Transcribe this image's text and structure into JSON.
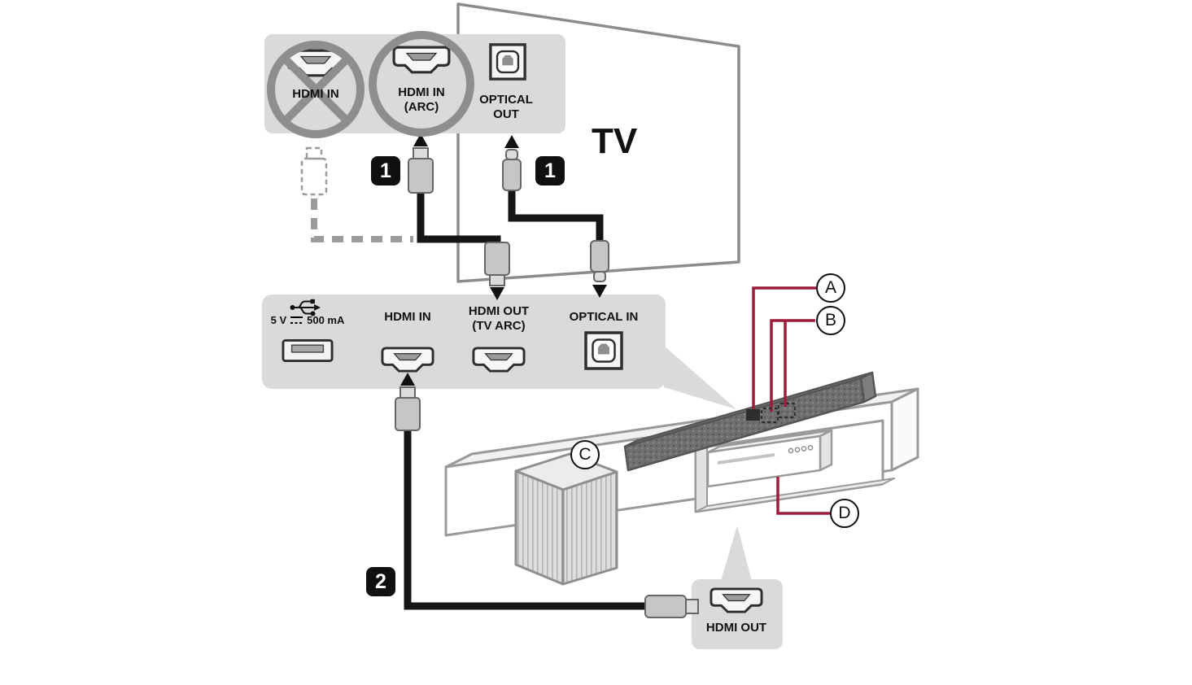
{
  "diagram": {
    "type": "connection-diagram",
    "description": "Connecting a soundbar to a TV using HDMI (ARC) or optical cable"
  },
  "colors": {
    "panel_background": "#DADADA",
    "cable_black": "#151515",
    "callout_red": "#9E1B3B",
    "prohibition_gray": "#8E8E8E",
    "illustration_gray": "#9A9A9A"
  },
  "tv": {
    "label": "TV",
    "ports": {
      "hdmi_in": {
        "label": "HDMI IN",
        "state": "do-not-connect"
      },
      "hdmi_in_arc": {
        "label_line1": "HDMI IN",
        "label_line2": "(ARC)",
        "state": "recommended"
      },
      "optical_out": {
        "label_line1": "OPTICAL",
        "label_line2": "OUT"
      }
    }
  },
  "steps": {
    "one": "1",
    "two": "2"
  },
  "soundbar_rear_panel": {
    "usb": {
      "rating_left": "5 V",
      "rating_right": "500 mA"
    },
    "hdmi_in": {
      "label": "HDMI IN"
    },
    "hdmi_out_tv_arc": {
      "label_line1": "HDMI OUT",
      "label_line2": "(TV ARC)"
    },
    "optical_in": {
      "label": "OPTICAL IN"
    }
  },
  "playback_device_panel": {
    "hdmi_out": {
      "label": "HDMI OUT"
    }
  },
  "callouts": {
    "a": "A",
    "b": "B",
    "c": "C",
    "d": "D"
  },
  "icons": {
    "hdmi_port": "hdmi-connector-outline",
    "optical_port": "optical-connector-outline",
    "usb_port": "usb-a-port-outline",
    "usb_symbol": "usb-trident",
    "dc_symbol": "solid-over-dashed-line",
    "prohibition": "circle-with-cross",
    "step_arrow": "solid-triangle"
  }
}
